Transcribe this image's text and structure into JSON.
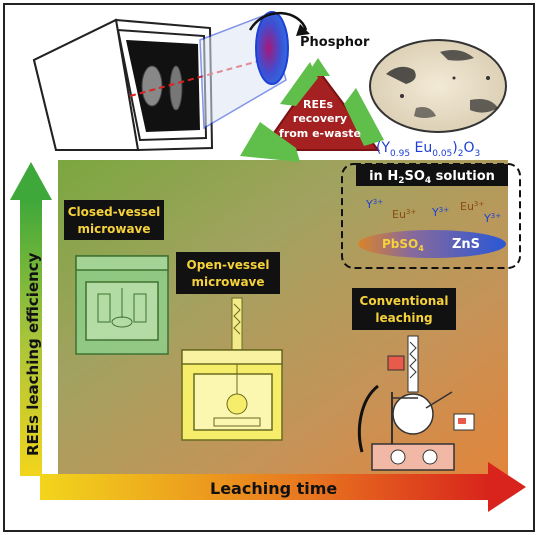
{
  "header": {
    "phosphor_label": "Phosphor",
    "recovery_lines": [
      "REEs",
      "recovery",
      "from e-waste"
    ],
    "formula": {
      "y": "(Y",
      "y_sub": "0.95",
      "eu": " Eu",
      "eu_sub": "0.05",
      "tail": ")",
      "tail_sub": "2",
      "o": "O",
      "o_sub": "3"
    }
  },
  "solution_box": {
    "title_prefix": "in H",
    "title_sub": "2",
    "title_mid": "SO",
    "title_sub2": "4",
    "title_suffix": " solution",
    "ions": [
      {
        "label": "Y",
        "charge": "3+",
        "color": "#1f3fd6"
      },
      {
        "label": "Eu",
        "charge": "3+",
        "color": "#8a4b10"
      },
      {
        "label": "Y",
        "charge": "3+",
        "color": "#1f3fd6"
      },
      {
        "label": "Eu",
        "charge": "3+",
        "color": "#8a4b10"
      },
      {
        "label": "Y",
        "charge": "3+",
        "color": "#1f3fd6"
      }
    ],
    "precipitate_a": "PbSO",
    "precipitate_a_sub": "4",
    "precipitate_b": "ZnS"
  },
  "methods": {
    "closed_vessel": [
      "Closed-vessel",
      "microwave"
    ],
    "open_vessel": [
      "Open-vessel",
      "microwave"
    ],
    "conventional": [
      "Conventional",
      "leaching"
    ]
  },
  "axes": {
    "y_label": "REEs leaching efficiency",
    "x_label": "Leaching time"
  },
  "colors": {
    "label_text": "#f6d23a",
    "label_bg": "#111111",
    "blue_ion": "#1f3fd6",
    "brown_ion": "#8a4b10",
    "recycle_green": "#5fbf4a",
    "recycle_red": "#a52020"
  }
}
